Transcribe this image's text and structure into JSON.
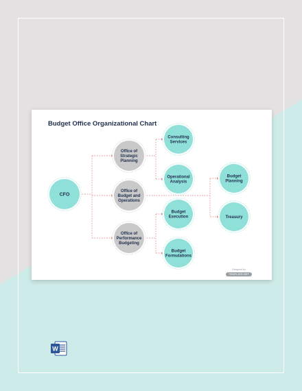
{
  "colors": {
    "background_top": "#e3e1e2",
    "background_bottom": "#cdebe8",
    "teal_node": "#8fe0d8",
    "teal_ring": "#b8ece6",
    "gray_node": "#c9c9c9",
    "gray_ring": "#dddddd",
    "connector": "#e08b8b",
    "title": "#1f2d4d",
    "word_blue": "#2b579a"
  },
  "chart": {
    "title": "Budget Office Organizational Chart",
    "nodes": [
      {
        "id": "cfo",
        "label": "CFO",
        "style": "teal"
      },
      {
        "id": "strategic",
        "label": "Office of\nStrategic\nPlanning",
        "style": "gray"
      },
      {
        "id": "budgetops",
        "label": "Office of\nBudget and\nOperations",
        "style": "gray"
      },
      {
        "id": "performance",
        "label": "Office of\nPerformance\nBudgeting",
        "style": "gray"
      },
      {
        "id": "consulting",
        "label": "Consulting\nServices",
        "style": "teal"
      },
      {
        "id": "operational",
        "label": "Operational\nAnalysis",
        "style": "teal"
      },
      {
        "id": "execution",
        "label": "Budget\nExecution",
        "style": "teal"
      },
      {
        "id": "formulations",
        "label": "Budget\nFormulations",
        "style": "teal"
      },
      {
        "id": "planning",
        "label": "Budget\nPlanning",
        "style": "teal"
      },
      {
        "id": "treasury",
        "label": "Treasury",
        "style": "teal"
      }
    ],
    "edges": [
      [
        "cfo",
        "strategic"
      ],
      [
        "cfo",
        "budgetops"
      ],
      [
        "cfo",
        "performance"
      ],
      [
        "strategic",
        "consulting"
      ],
      [
        "strategic",
        "operational"
      ],
      [
        "budgetops",
        "planning"
      ],
      [
        "budgetops",
        "treasury"
      ],
      [
        "performance",
        "execution"
      ],
      [
        "performance",
        "formulations"
      ]
    ]
  },
  "badge": {
    "top_text": "Designed by",
    "label": "TEMPLATE.NET"
  },
  "app_icon": {
    "name": "microsoft-word-icon",
    "letter": "W"
  }
}
